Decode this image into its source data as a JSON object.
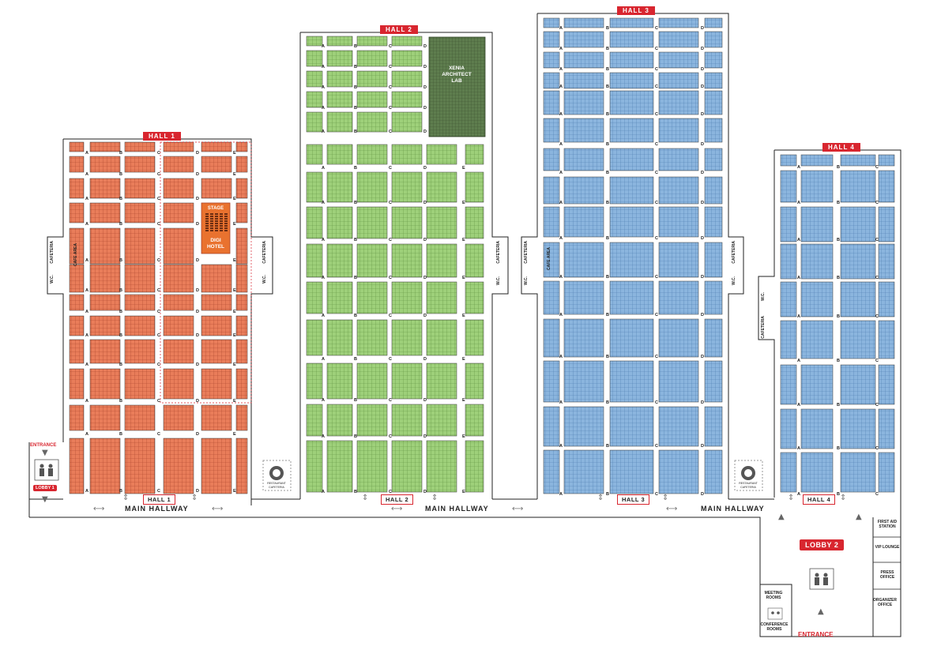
{
  "halls": {
    "hall1": {
      "name": "HALL 1",
      "tag_bottom": "HALL 1",
      "color": "#e97d5a",
      "side": "CAFETERIA",
      "wc": "W.C.",
      "cafe": "CAFE AREA"
    },
    "hall2": {
      "name": "HALL 2",
      "tag_bottom": "HALL 2",
      "color": "#9ed07a",
      "side": "CAFETERIA",
      "wc": "W.C."
    },
    "hall3": {
      "name": "HALL 3",
      "tag_bottom": "HALL 3",
      "color": "#8bb5de",
      "side": "CAFETERIA",
      "wc": "W.C.",
      "cafe": "CAFE AREA"
    },
    "hall4": {
      "name": "HALL 4",
      "tag_bottom": "HALL 4",
      "color": "#8bb5de",
      "side": "CAFETERIA",
      "wc": "W.C."
    }
  },
  "row_letters": [
    "A",
    "B",
    "C",
    "D",
    "E"
  ],
  "features": {
    "stage": "STAGE",
    "hotel_line1": "DIGI",
    "hotel_line2": "HOTEL",
    "lab_line1": "XENIA",
    "lab_line2": "ARCHITECT",
    "lab_line3": "LAB",
    "restaurant_line1": "RESTAURANT",
    "restaurant_line2": "CAFETERIA"
  },
  "hallway": {
    "label": "MAIN HALLWAY"
  },
  "entrance_left": {
    "label": "ENTRANCE",
    "lobby": "LOBBY 1"
  },
  "lobby2": {
    "label": "LOBBY 2",
    "entrance": "ENTRANCE",
    "rooms": [
      "FIRST AID STATION",
      "VIP LOUNGE",
      "PRESS OFFICE",
      "ORGANIZER OFFICE"
    ],
    "meeting": "MEETING ROOMS",
    "conference": "CONFERENCE ROOMS"
  },
  "colors": {
    "hall1": "#e97d5a",
    "hall2": "#9ed07a",
    "hall3": "#8bb5de",
    "hall4": "#8bb5de",
    "lab": "#5e7d4e",
    "stage": "#e9722f",
    "accent": "#d8262f"
  }
}
